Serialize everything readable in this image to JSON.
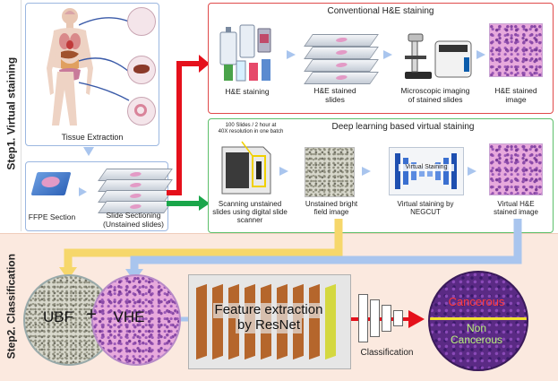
{
  "step1_label": "Step1. Virtual staining",
  "step2_label": "Step2. Classification",
  "tissue_extraction": "Tissue Extraction",
  "ffpe_section": "FFPE Section",
  "slide_sectioning": [
    "Slide Sectioning",
    "(Unstained slides)"
  ],
  "conventional": {
    "title": "Conventional H&E staining",
    "he_staining": "H&E staining",
    "he_stained_slides": [
      "H&E stained",
      "slides"
    ],
    "microscopic_imaging": [
      "Microscopic imaging",
      "of stained slides"
    ],
    "he_stained_image": [
      "H&E stained",
      "image"
    ]
  },
  "deep": {
    "title": "Deep learning based virtual staining",
    "note": [
      "100 Slides / 2 hour at",
      "40X resolution in one batch"
    ],
    "scanning": [
      "Scanning unstained",
      "slides using digital slide",
      "scanner"
    ],
    "unstained_bright": [
      "Unstained bright",
      "field image"
    ],
    "virtual_staining_by": [
      "Virtual staining by",
      "NEGCUT"
    ],
    "virtual_staining_box": "Virtual Staining",
    "virtual_he": [
      "Virtual H&E",
      "stained image"
    ]
  },
  "ubf": "UBF",
  "plus": "+",
  "vhe": "VHE",
  "feature_extraction": [
    "Feature extraction",
    "by ResNet"
  ],
  "classification": "Classification",
  "cancerous": "Cancerous",
  "non_cancerous": [
    "Non",
    "Cancerous"
  ],
  "colors": {
    "red_panel": "#e04a4a",
    "green_panel": "#5cbf6a",
    "step1_bg": "#ffffff",
    "step2_bg": "#fbe9df",
    "he_pink": "#e7a9dc",
    "cancer_purple": "#6a2a8c",
    "arrow_red": "#e5101b",
    "arrow_green": "#1aa64a",
    "arrow_blue": "#a9c5ee",
    "arrow_yellow": "#f6d76b"
  }
}
